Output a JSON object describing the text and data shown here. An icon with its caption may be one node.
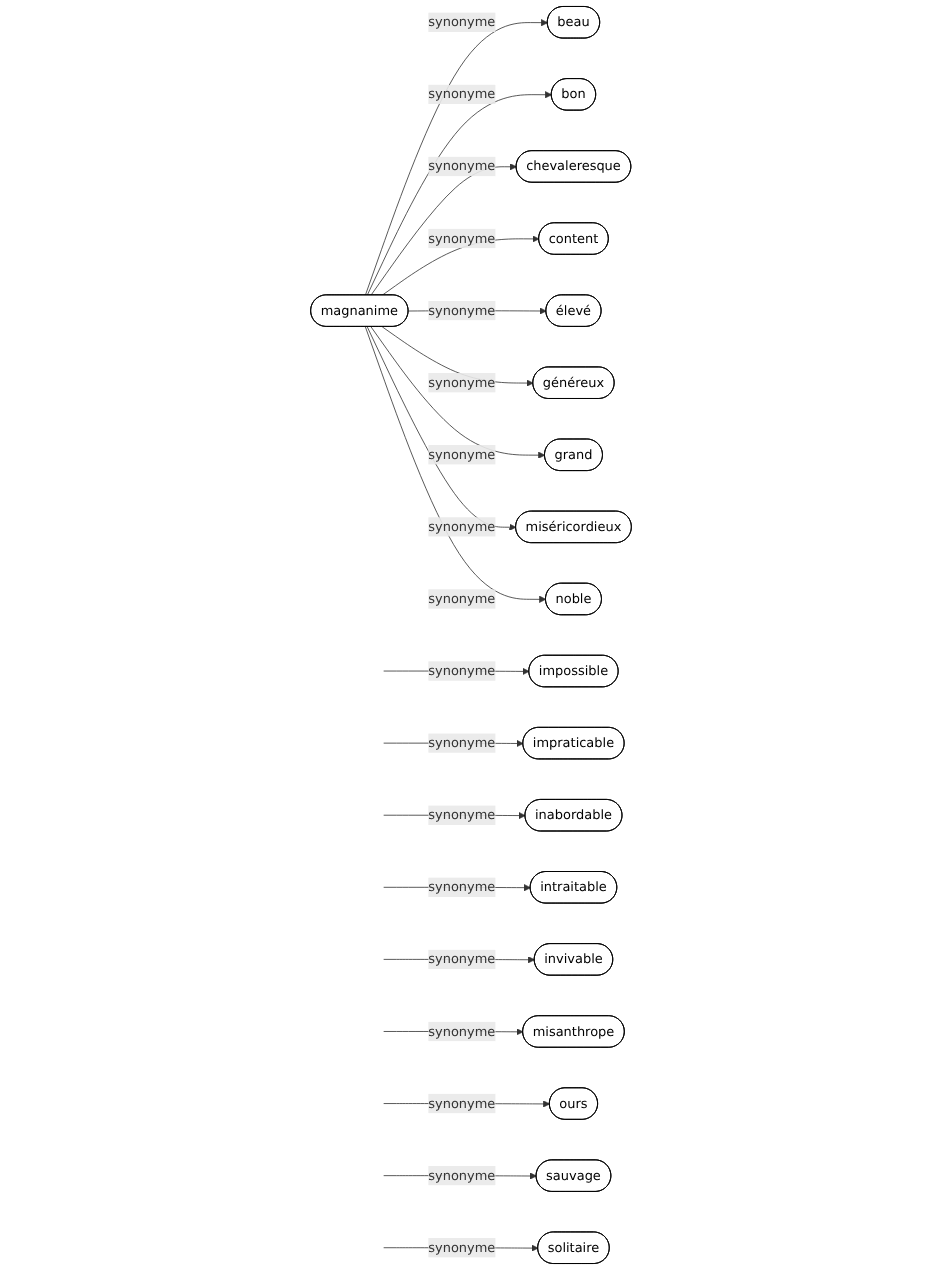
{
  "diagram": {
    "nodes": [
      {
        "text": [
          "magnanime"
        ]
      },
      {
        "text": [
          "impossible"
        ]
      },
      {
        "text": [
          "beau"
        ]
      },
      {
        "text": [
          "impraticable"
        ]
      },
      {
        "text": [
          "bon"
        ]
      },
      {
        "text": [
          "inabordable"
        ]
      },
      {
        "text": [
          "chevaleresque"
        ]
      },
      {
        "text": [
          "intraitable"
        ]
      },
      {
        "text": [
          "content"
        ]
      },
      {
        "text": [
          "invivable"
        ]
      },
      {
        "text": [
          "élevé"
        ]
      },
      {
        "text": [
          "misanthrope"
        ]
      },
      {
        "text": [
          "généreux"
        ]
      },
      {
        "text": [
          "ours"
        ]
      },
      {
        "text": [
          "grand"
        ]
      },
      {
        "text": [
          "sauvage"
        ]
      },
      {
        "text": [
          "miséricordieux"
        ]
      },
      {
        "text": [
          "solitaire"
        ]
      },
      {
        "text": [
          "noble"
        ]
      }
    ],
    "edges": [
      {
        "from": null,
        "to": 1,
        "arrow": "to",
        "label": "synonyme"
      },
      {
        "from": 0,
        "to": 2,
        "arrow": "to",
        "label": "synonyme"
      },
      {
        "from": null,
        "to": 3,
        "arrow": "to",
        "label": "synonyme"
      },
      {
        "from": 0,
        "to": 4,
        "arrow": "to",
        "label": "synonyme"
      },
      {
        "from": null,
        "to": 5,
        "arrow": "to",
        "label": "synonyme"
      },
      {
        "from": 0,
        "to": 6,
        "arrow": "to",
        "label": "synonyme"
      },
      {
        "from": null,
        "to": 7,
        "arrow": "to",
        "label": "synonyme"
      },
      {
        "from": 0,
        "to": 8,
        "arrow": "to",
        "label": "synonyme"
      },
      {
        "from": null,
        "to": 9,
        "arrow": "to",
        "label": "synonyme"
      },
      {
        "from": 0,
        "to": 10,
        "arrow": "to",
        "label": "synonyme"
      },
      {
        "from": null,
        "to": 11,
        "arrow": "to",
        "label": "synonyme"
      },
      {
        "from": 0,
        "to": 12,
        "arrow": "to",
        "label": "synonyme"
      },
      {
        "from": null,
        "to": 13,
        "arrow": "to",
        "label": "synonyme"
      },
      {
        "from": 0,
        "to": 14,
        "arrow": "to",
        "label": "synonyme"
      },
      {
        "from": null,
        "to": 15,
        "arrow": "to",
        "label": "synonyme"
      },
      {
        "from": 0,
        "to": 16,
        "arrow": "to",
        "label": "synonyme"
      },
      {
        "from": null,
        "to": 17,
        "arrow": "to",
        "label": "synonyme"
      },
      {
        "from": 0,
        "to": 18,
        "arrow": "to",
        "label": "synonyme"
      }
    ]
  }
}
